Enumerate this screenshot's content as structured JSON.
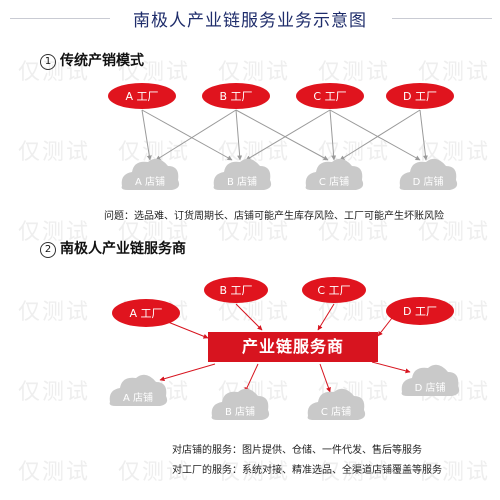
{
  "title": "南极人产业链服务业务示意图",
  "section1": {
    "num": "1",
    "title": "传统产销模式"
  },
  "section2": {
    "num": "2",
    "title": "南极人产业链服务商"
  },
  "factories1": [
    "A 工厂",
    "B 工厂",
    "C 工厂",
    "D 工厂"
  ],
  "stores1": [
    "A 店铺",
    "B 店铺",
    "C 店铺",
    "D 店铺"
  ],
  "problem": "问题：选品难、订货周期长、店铺可能产生库存风险、工厂可能产生坏账风险",
  "factories2": [
    "A 工厂",
    "B 工厂",
    "C 工厂",
    "D 工厂"
  ],
  "hub": "产业链服务商",
  "stores2": [
    "A 店铺",
    "B 店铺",
    "C 店铺",
    "D 店铺"
  ],
  "service_store": "对店铺的服务：图片提供、仓储、一件代发、售后等服务",
  "service_factory": "对工厂的服务：系统对接、精准选品、全渠道店铺覆盖等服务",
  "watermark": "仅测试",
  "colors": {
    "factory": "#e0141e",
    "store": "#c9c9c9",
    "hub": "#d7141f",
    "title": "#1f2d6b"
  }
}
